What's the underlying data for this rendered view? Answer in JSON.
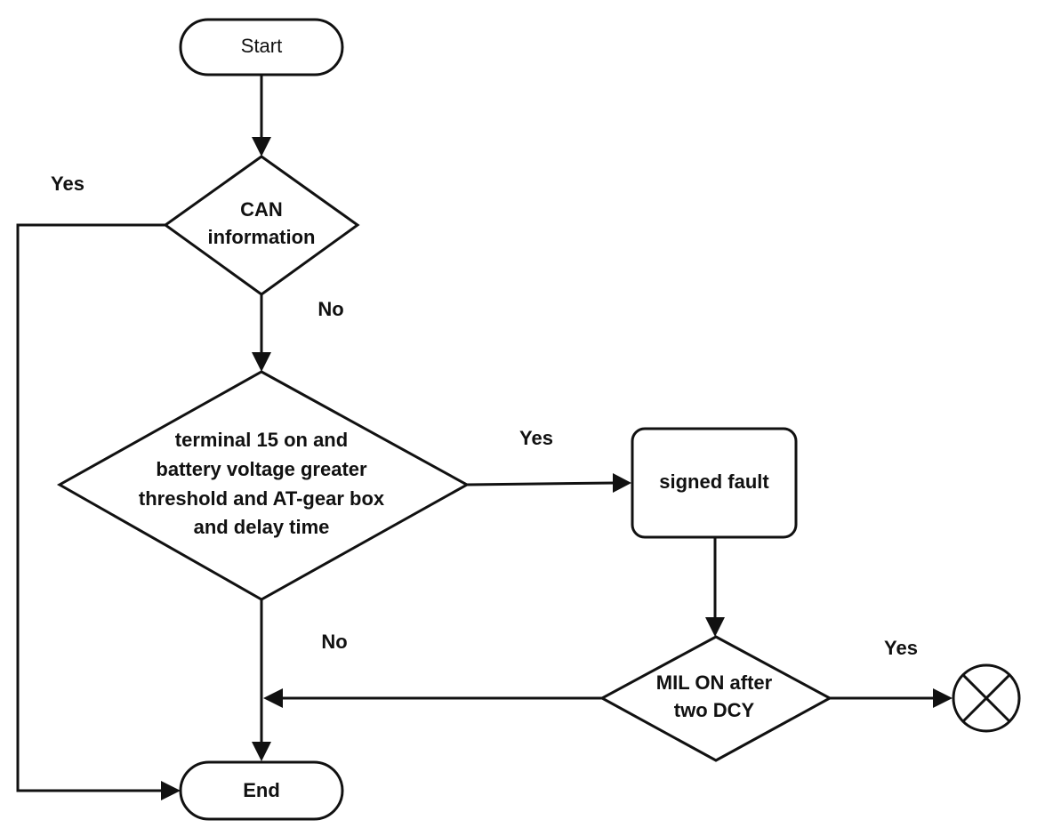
{
  "nodes": {
    "start": "Start",
    "can_info": [
      "CAN",
      "information"
    ],
    "condition": [
      "terminal 15 on and",
      "battery voltage greater",
      "threshold and AT-gear box",
      "and delay time"
    ],
    "signed_fault": "signed fault",
    "mil_check": [
      "MIL ON after",
      "two DCY"
    ],
    "end": "End"
  },
  "edges": {
    "can_yes": "Yes",
    "can_no": "No",
    "condition_yes": "Yes",
    "condition_no": "No",
    "mil_yes": "Yes"
  },
  "icons": {
    "lamp": "x-circle-icon"
  },
  "colors": {
    "stroke": "#111111",
    "background": "#ffffff"
  }
}
